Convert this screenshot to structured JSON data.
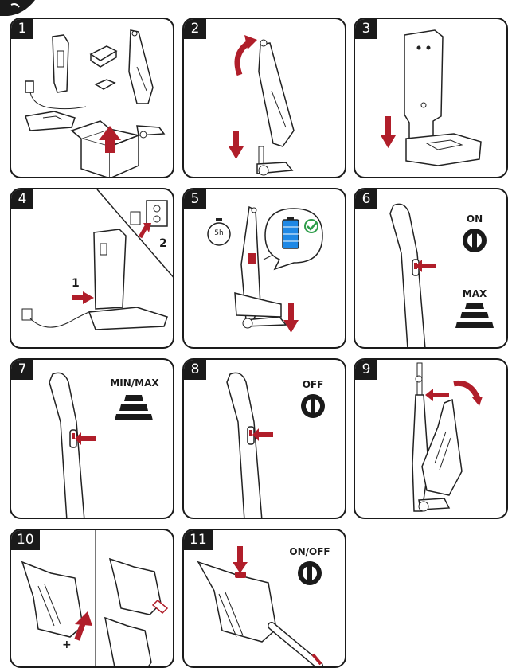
{
  "panels": [
    {
      "number": "1"
    },
    {
      "number": "2"
    },
    {
      "number": "3"
    },
    {
      "number": "4",
      "callouts": [
        "1",
        "2"
      ]
    },
    {
      "number": "5",
      "timer_label": "5h"
    },
    {
      "number": "6",
      "labels": {
        "on": "ON",
        "max": "MAX"
      }
    },
    {
      "number": "7",
      "labels": {
        "minmax": "MIN/MAX"
      }
    },
    {
      "number": "8",
      "labels": {
        "off": "OFF"
      }
    },
    {
      "number": "9"
    },
    {
      "number": "10",
      "plus": "+"
    },
    {
      "number": "11",
      "labels": {
        "onoff": "ON/OFF"
      }
    }
  ],
  "colors": {
    "arrow": "#b01e2a",
    "ink": "#1a1a1a",
    "battery": "#1e88e5",
    "check": "#2e9d4a"
  }
}
